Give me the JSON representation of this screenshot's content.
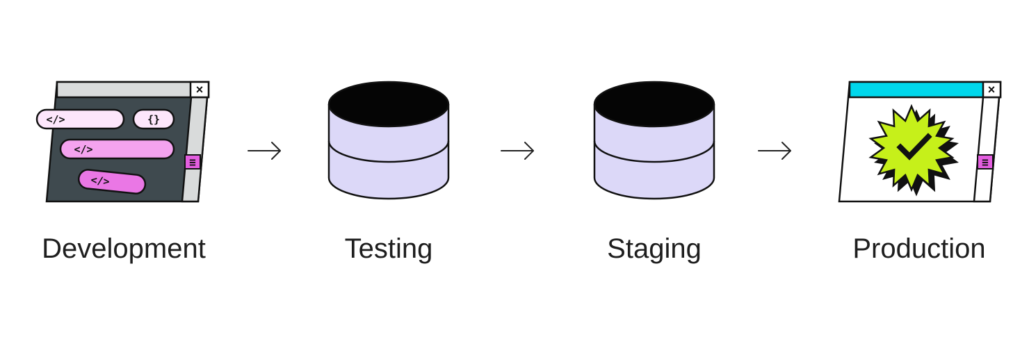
{
  "stages": [
    {
      "label": "Development"
    },
    {
      "label": "Testing"
    },
    {
      "label": "Staging"
    },
    {
      "label": "Production"
    }
  ],
  "dev": {
    "tags": [
      "</>",
      "{}",
      "</>",
      "</>"
    ],
    "close_glyph": "×",
    "scroll_glyph": "≡"
  },
  "prod": {
    "close_glyph": "×",
    "scroll_glyph": "≡"
  },
  "colors": {
    "stroke": "#111111",
    "window_dark": "#3f4a4f",
    "titlebar_gray": "#d9dbdb",
    "pill_light": "#fde6fb",
    "pill_mid": "#f4a3ef",
    "pill_strong": "#ea77e5",
    "cylinder_fill": "#dcd8f8",
    "cyan": "#00d7ec",
    "lime": "#c6f01a",
    "magenta": "#e45ee0"
  }
}
